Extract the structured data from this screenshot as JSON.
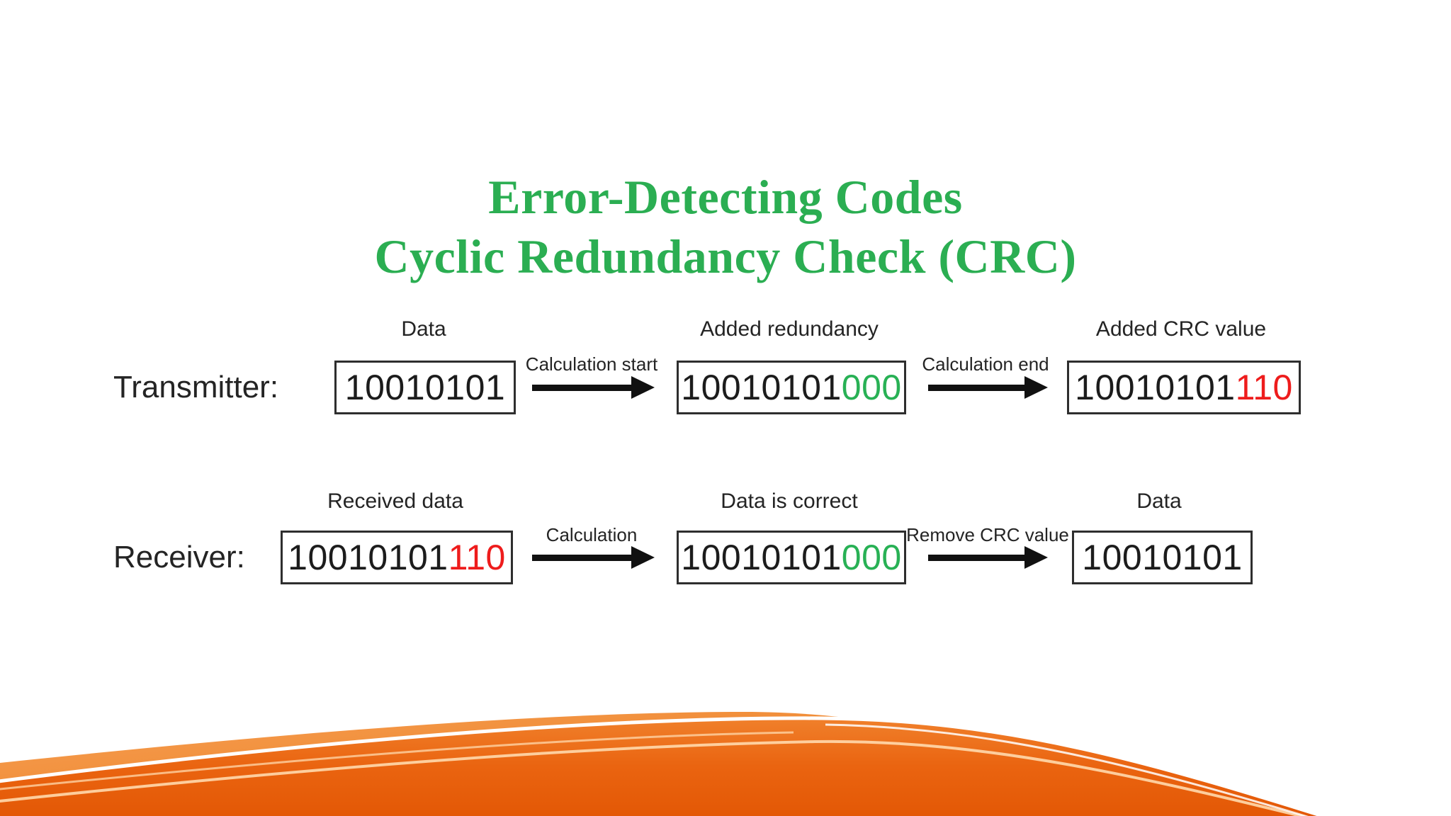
{
  "slide": {
    "title": {
      "line1": "Error-Detecting Codes",
      "line2": "Cyclic Redundancy Check (CRC)",
      "color": "#2bae52"
    },
    "colors": {
      "digit_default": "#1c1c1c",
      "digit_green": "#28b155",
      "digit_red": "#ee1c1c",
      "box_border": "#2e2e2e",
      "arrow_black": "#111111",
      "wave_orange_light": "#f5933f",
      "wave_orange_deep": "#e25604",
      "wave_highlight_cream": "#ffd9ad"
    },
    "rows": [
      {
        "id": "transmitter",
        "label": "Transmitter:",
        "stages": [
          {
            "caption": "Data",
            "bits_main": "10010101",
            "bits_suffix": "",
            "suffix_color": ""
          },
          {
            "caption": "Added redundancy",
            "bits_main": "10010101",
            "bits_suffix": "000",
            "suffix_color": "green"
          },
          {
            "caption": "Added CRC value",
            "bits_main": "10010101",
            "bits_suffix": "110",
            "suffix_color": "red"
          }
        ],
        "arrows": [
          {
            "label": "Calculation start"
          },
          {
            "label": "Calculation end"
          }
        ]
      },
      {
        "id": "receiver",
        "label": "Receiver:",
        "stages": [
          {
            "caption": "Received data",
            "bits_main": "10010101",
            "bits_suffix": "110",
            "suffix_color": "red"
          },
          {
            "caption": "Data is correct",
            "bits_main": "10010101",
            "bits_suffix": "000",
            "suffix_color": "green"
          },
          {
            "caption": "Data",
            "bits_main": "10010101",
            "bits_suffix": "",
            "suffix_color": ""
          }
        ],
        "arrows": [
          {
            "label": "Calculation"
          },
          {
            "label": "Remove CRC value"
          }
        ]
      }
    ]
  }
}
